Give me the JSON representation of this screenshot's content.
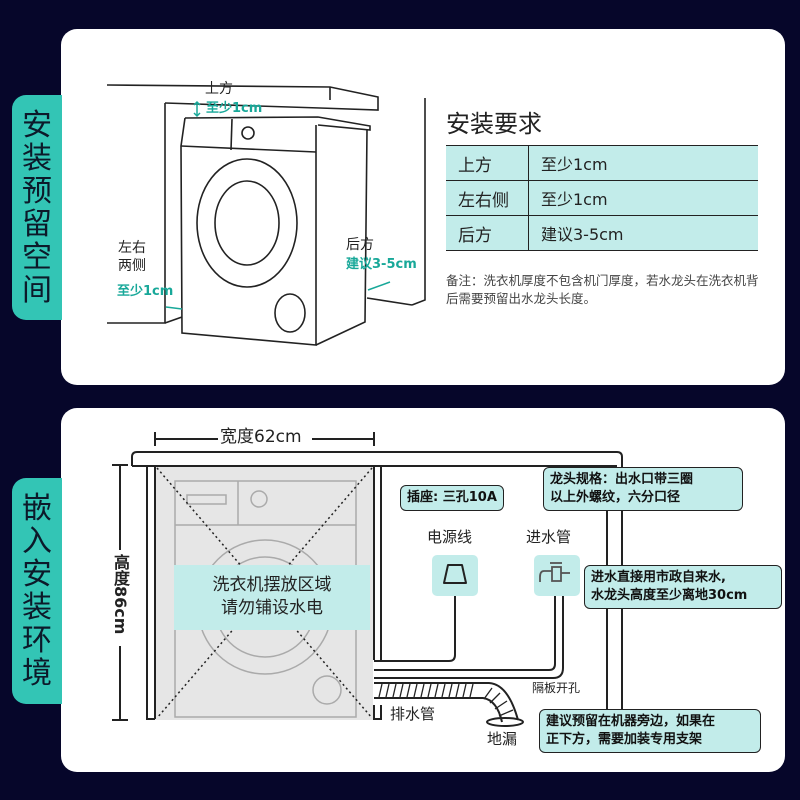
{
  "section1": {
    "side_label": [
      "安",
      "装",
      "预",
      "留",
      "空",
      "间"
    ],
    "diagram": {
      "top_label": "上方",
      "top_value": "至少1cm",
      "side_label_line1": "左右",
      "side_label_line2": "两侧",
      "side_value": "至少1cm",
      "back_label": "后方",
      "back_value": "建议3-5cm"
    },
    "requirements": {
      "title": "安装要求",
      "rows": [
        {
          "key": "上方",
          "value": "至少1cm"
        },
        {
          "key": "左右侧",
          "value": "至少1cm"
        },
        {
          "key": "后方",
          "value": "建议3-5cm"
        }
      ],
      "note": "备注：洗衣机厚度不包含机门厚度，若水龙头在洗衣机背后需要预留出水龙头长度。"
    }
  },
  "section2": {
    "side_label": [
      "嵌",
      "入",
      "安",
      "装",
      "环",
      "境"
    ],
    "width_label": "宽度62cm",
    "height_label": "高度86cm",
    "zone_line1": "洗衣机摆放区域",
    "zone_line2": "请勿铺设水电",
    "socket_bubble": "插座: 三孔10A",
    "power_label": "电源线",
    "inlet_label": "进水管",
    "faucet_bubble_line1": "龙头规格：出水口带三圈",
    "faucet_bubble_line2": "以上外螺纹，六分口径",
    "water_bubble_line1": "进水直接用市政自来水,",
    "water_bubble_line2": "水龙头高度至少离地30cm",
    "board_hole_label": "隔板开孔",
    "drain_pipe_label": "排水管",
    "floor_drain_label": "地漏",
    "drain_bubble_line1": "建议预留在机器旁边，如果在",
    "drain_bubble_line2": "正下方，需要加装专用支架"
  },
  "colors": {
    "background": "#06062a",
    "accent_teal": "#33c5b5",
    "teal_text": "#18a899",
    "light_teal": "#c2ecea"
  }
}
